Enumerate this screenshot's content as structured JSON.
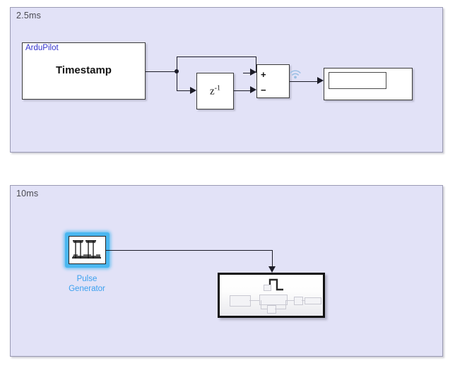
{
  "diagram": {
    "type": "simulink-block-diagram",
    "background_color": "#ffffff",
    "panel_fill_color": "#e2e2f7",
    "panel_border_color": "#9a9ab4",
    "wire_color": "#1c1c28",
    "selection_color": "#4ab7f0"
  },
  "panels": [
    {
      "id": "rate-2p5ms",
      "rate_label": "2.5ms",
      "blocks": [
        {
          "id": "timestamp",
          "name": "Timestamp",
          "sub_title": "ArduPilot",
          "sub_title_color": "#3333cc",
          "kind": "source-block"
        },
        {
          "id": "unit-delay",
          "name": "z",
          "exponent": "-1",
          "kind": "unit-delay-block"
        },
        {
          "id": "sum",
          "kind": "sum-block",
          "port_signs": [
            "+",
            "−"
          ]
        },
        {
          "id": "display",
          "kind": "display-block",
          "value": ""
        }
      ],
      "annotations": [
        {
          "id": "wireless-signal",
          "icon": "wifi-icon",
          "color": "#8fb6e0"
        }
      ]
    },
    {
      "id": "rate-10ms",
      "rate_label": "10ms",
      "blocks": [
        {
          "id": "pulse-generator",
          "name_line1": "Pulse",
          "name_line2": "Generator",
          "kind": "pulse-generator-block",
          "selected": true,
          "label_color": "#3aa0ef"
        },
        {
          "id": "subsystem",
          "kind": "triggered-subsystem-block",
          "trigger_glyph": "pulse-trigger-icon"
        }
      ]
    }
  ]
}
